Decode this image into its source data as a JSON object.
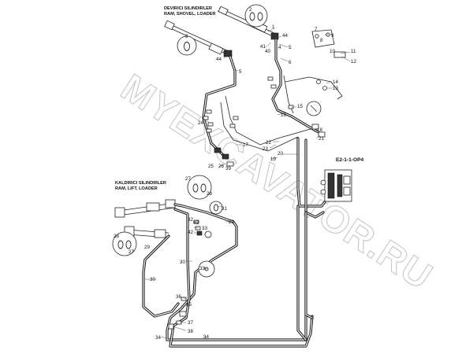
{
  "titles": {
    "shovel_line1": "DEVIRICI SILINDIRLER",
    "shovel_line2": "RAM, SHOVEL, LOADER",
    "lift_line1": "KALDIRICI SILINDIRLER",
    "lift_line2": "RAM, LIFT, LOADER"
  },
  "reference": "E2-1-1-OP4",
  "watermark": "MYEXCAVATOR.RU",
  "callouts": [
    {
      "id": "c1",
      "text": "1"
    },
    {
      "id": "c2",
      "text": "2"
    },
    {
      "id": "c3",
      "text": "3"
    },
    {
      "id": "c4",
      "text": "4"
    },
    {
      "id": "c5a",
      "text": "5"
    },
    {
      "id": "c5b",
      "text": "5"
    },
    {
      "id": "c6",
      "text": "6"
    },
    {
      "id": "c7",
      "text": "7"
    },
    {
      "id": "c8",
      "text": "8"
    },
    {
      "id": "c9",
      "text": "9"
    },
    {
      "id": "c10",
      "text": "10"
    },
    {
      "id": "c11",
      "text": "11"
    },
    {
      "id": "c12",
      "text": "12"
    },
    {
      "id": "c13",
      "text": "13"
    },
    {
      "id": "c14",
      "text": "14"
    },
    {
      "id": "c15",
      "text": "15"
    },
    {
      "id": "c16",
      "text": "16"
    },
    {
      "id": "c17",
      "text": "17"
    },
    {
      "id": "c18",
      "text": "18"
    },
    {
      "id": "c19",
      "text": "19"
    },
    {
      "id": "c20",
      "text": "20"
    },
    {
      "id": "c21",
      "text": "21"
    },
    {
      "id": "c22",
      "text": "22"
    },
    {
      "id": "c23",
      "text": "23"
    },
    {
      "id": "c24",
      "text": "24"
    },
    {
      "id": "c25",
      "text": "25"
    },
    {
      "id": "c26",
      "text": "26"
    },
    {
      "id": "c27a",
      "text": "27"
    },
    {
      "id": "c27b",
      "text": "27"
    },
    {
      "id": "c28a",
      "text": "28"
    },
    {
      "id": "c28b",
      "text": "28"
    },
    {
      "id": "c29a",
      "text": "29"
    },
    {
      "id": "c29b",
      "text": "29"
    },
    {
      "id": "c30a",
      "text": "30"
    },
    {
      "id": "c30b",
      "text": "30"
    },
    {
      "id": "c31",
      "text": "31"
    },
    {
      "id": "c32",
      "text": "32"
    },
    {
      "id": "c33a",
      "text": "33"
    },
    {
      "id": "c33b",
      "text": "33"
    },
    {
      "id": "c34a",
      "text": "34"
    },
    {
      "id": "c34b",
      "text": "34"
    },
    {
      "id": "c35",
      "text": "35"
    },
    {
      "id": "c36",
      "text": "36"
    },
    {
      "id": "c37",
      "text": "37"
    },
    {
      "id": "c38",
      "text": "38"
    },
    {
      "id": "c39",
      "text": "39"
    },
    {
      "id": "c40",
      "text": "40"
    },
    {
      "id": "c41",
      "text": "41"
    },
    {
      "id": "c42",
      "text": "42"
    },
    {
      "id": "c43",
      "text": "43"
    },
    {
      "id": "c44a",
      "text": "44"
    },
    {
      "id": "c44b",
      "text": "44"
    }
  ]
}
